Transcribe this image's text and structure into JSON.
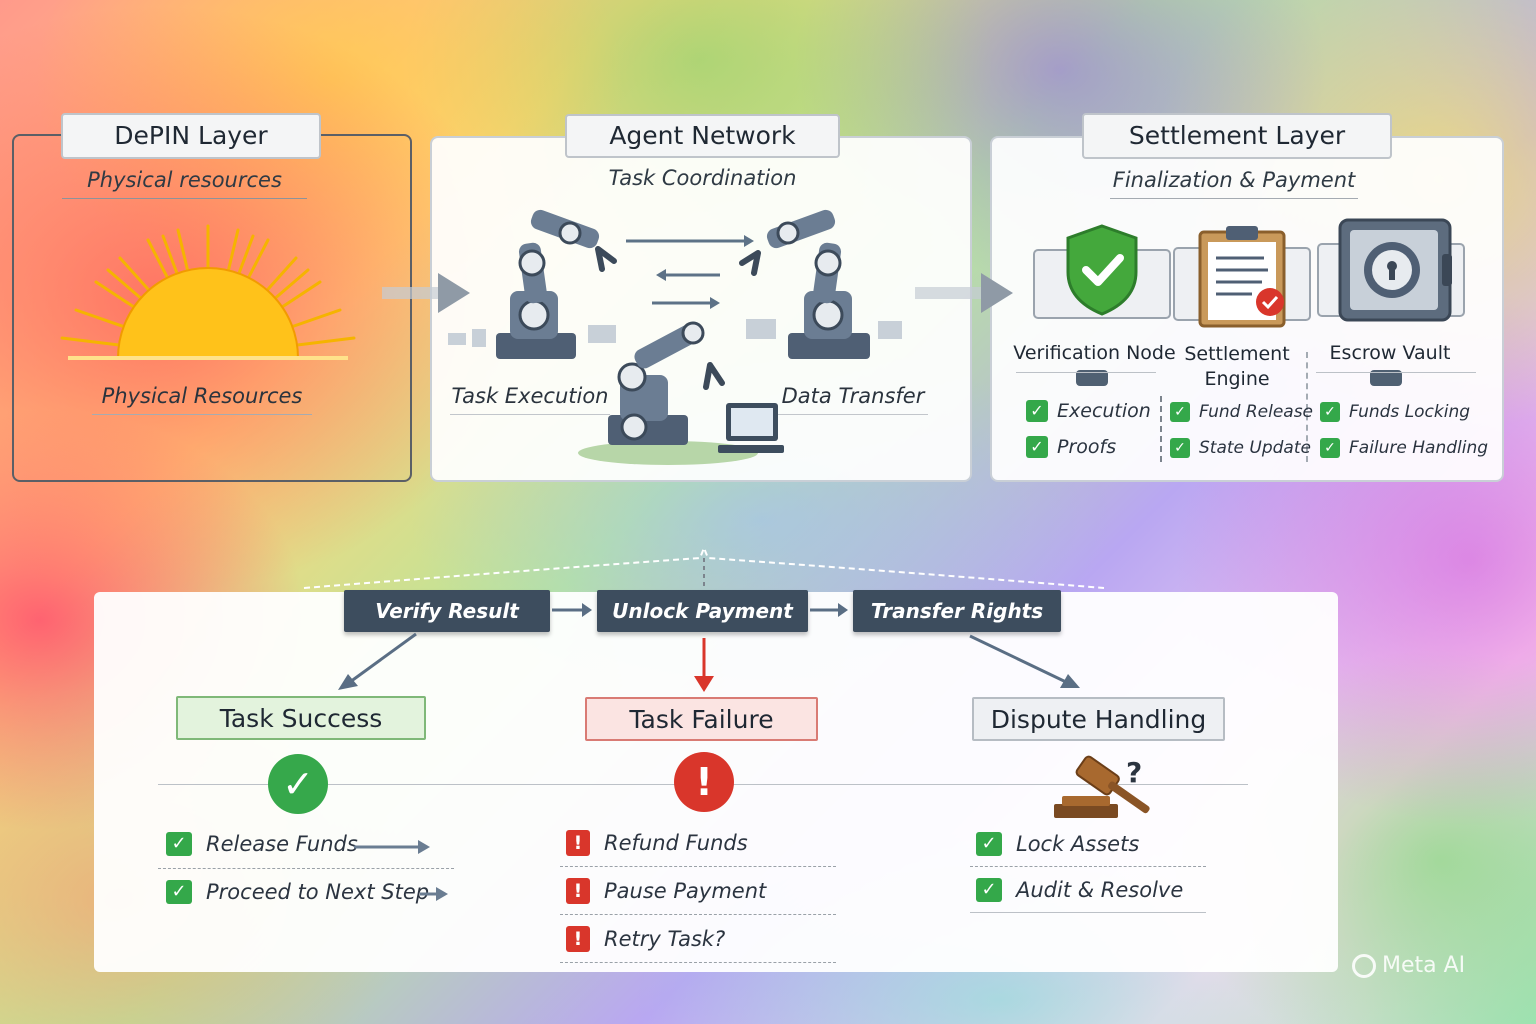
{
  "layers": {
    "depin": {
      "title": "DePIN Layer",
      "subtitle": "Physical resources",
      "caption": "Physical Resources"
    },
    "agent": {
      "title": "Agent Network",
      "subtitle": "Task Coordination",
      "captions": [
        "Task Execution",
        "Data Transfer"
      ]
    },
    "settlement": {
      "title": "Settlement Layer",
      "subtitle": "Finalization & Payment",
      "columns": [
        {
          "title": "Verification Node",
          "items": [
            "Execution",
            "Proofs"
          ]
        },
        {
          "title": "Settlement Engine",
          "items": [
            "Fund Release",
            "State Update"
          ]
        },
        {
          "title": "Escrow Vault",
          "items": [
            "Funds Locking",
            "Failure Handling"
          ]
        }
      ]
    }
  },
  "steps": [
    "Verify Result",
    "Unlock Payment",
    "Transfer Rights"
  ],
  "outcomes": {
    "success": {
      "label": "Task Success",
      "actions": [
        "Release Funds",
        "Proceed to Next Step"
      ]
    },
    "failure": {
      "label": "Task Failure",
      "actions": [
        "Refund Funds",
        "Pause Payment",
        "Retry Task?"
      ]
    },
    "dispute": {
      "label": "Dispute Handling",
      "actions": [
        "Lock Assets",
        "Audit & Resolve"
      ]
    }
  },
  "icons": {
    "success": "check-circle-icon",
    "failure": "exclamation-circle-icon",
    "dispute": "gavel-icon",
    "verification": "shield-check-icon",
    "settlement": "clipboard-icon",
    "escrow": "safe-icon",
    "depin": "sun-icon",
    "agents": "robot-arm-icon"
  },
  "colors": {
    "success": "#36a84b",
    "failure": "#d9362b",
    "step_bg": "#3d4d5e",
    "accent_orange": "#f5b400"
  },
  "watermark": "Meta AI"
}
